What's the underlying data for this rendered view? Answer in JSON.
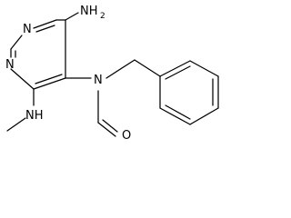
{
  "atoms": {
    "n1": "N",
    "n3": "N",
    "amino": "NH",
    "amino_sub": "2",
    "n_amide": "N",
    "nh_methyl": "NH",
    "o_formyl": "O"
  },
  "colors": {
    "bond": "#000000",
    "background": "#ffffff"
  }
}
